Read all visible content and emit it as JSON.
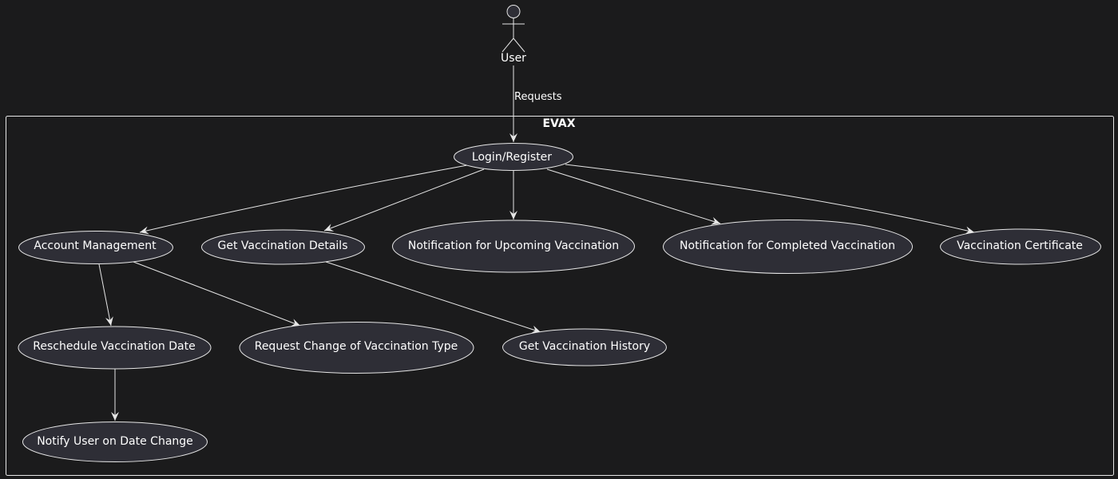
{
  "actor": {
    "name": "User"
  },
  "system": {
    "title": "EVAX"
  },
  "edge_labels": {
    "requests": "Requests"
  },
  "use_cases": {
    "login": "Login/Register",
    "account": "Account Management",
    "details": "Get Vaccination Details",
    "upcoming": "Notification for Upcoming Vaccination",
    "completed": "Notification for Completed Vaccination",
    "certificate": "Vaccination Certificate",
    "reschedule": "Reschedule Vaccination Date",
    "change_type": "Request Change of Vaccination Type",
    "history": "Get Vaccination History",
    "notify": "Notify User on Date Change"
  },
  "colors": {
    "background": "#1b1b1c",
    "usecase_fill": "#2e2e36",
    "line": "#e6e6e6",
    "text": "#ffffff"
  }
}
